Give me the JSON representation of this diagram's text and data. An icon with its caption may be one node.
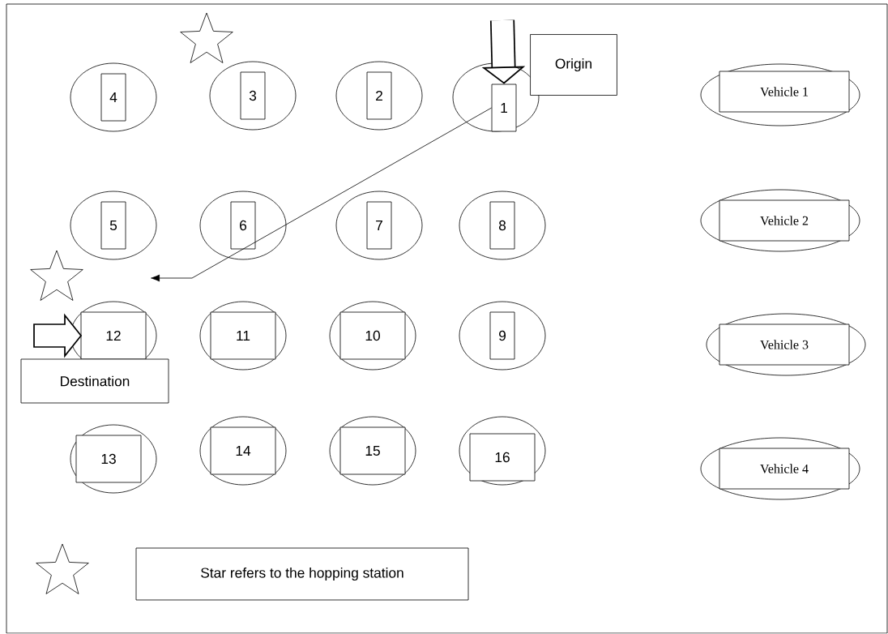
{
  "diagram": {
    "nodes": [
      {
        "text": [
          "4"
        ]
      },
      {
        "text": [
          "3"
        ]
      },
      {
        "text": [
          "2"
        ]
      },
      {
        "text": [
          "1"
        ]
      },
      {
        "text": [
          "5"
        ]
      },
      {
        "text": [
          "6"
        ]
      },
      {
        "text": [
          "7"
        ]
      },
      {
        "text": [
          "8"
        ]
      },
      {
        "text": [
          "12"
        ]
      },
      {
        "text": [
          "11"
        ]
      },
      {
        "text": [
          "10"
        ]
      },
      {
        "text": [
          "9"
        ]
      },
      {
        "text": [
          "13"
        ]
      },
      {
        "text": [
          "14"
        ]
      },
      {
        "text": [
          "15"
        ]
      },
      {
        "text": [
          "16"
        ]
      },
      {
        "text": [
          "Vehicle 1"
        ]
      },
      {
        "text": [
          "Vehicle 2"
        ]
      },
      {
        "text": [
          "Vehicle 3"
        ]
      },
      {
        "text": [
          "Vehicle 4"
        ]
      },
      {
        "text": [
          "Origin"
        ]
      },
      {
        "text": [
          "Destination"
        ]
      },
      {
        "text": [],
        "shape": "star"
      },
      {
        "text": [],
        "shape": "star"
      }
    ],
    "edges": [
      {
        "from": 3,
        "to": null,
        "arrow": "to"
      },
      {
        "from": null,
        "to": 3,
        "arrow": "to",
        "style": "thick"
      },
      {
        "from": null,
        "to": 8,
        "arrow": "to",
        "style": "thick"
      }
    ],
    "legend": [
      {
        "text": "Star refers to the hopping station"
      }
    ]
  }
}
